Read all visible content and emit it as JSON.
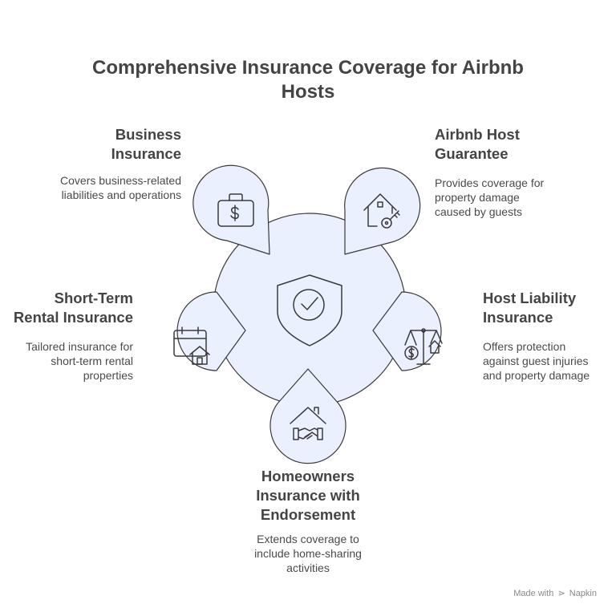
{
  "title": "Comprehensive Insurance Coverage for Airbnb Hosts",
  "center_icon": "shield-check-icon",
  "items": [
    {
      "heading_lines": [
        "Business",
        "Insurance"
      ],
      "description_lines": [
        "Covers business-related",
        "liabilities and operations"
      ],
      "icon": "briefcase-dollar-icon"
    },
    {
      "heading_lines": [
        "Airbnb Host",
        "Guarantee"
      ],
      "description_lines": [
        "Provides coverage for",
        "property damage",
        "caused by guests"
      ],
      "icon": "house-key-icon"
    },
    {
      "heading_lines": [
        "Short-Term",
        "Rental Insurance"
      ],
      "description_lines": [
        "Tailored insurance for",
        "short-term rental",
        "properties"
      ],
      "icon": "calendar-house-icon"
    },
    {
      "heading_lines": [
        "Host Liability",
        "Insurance"
      ],
      "description_lines": [
        "Offers protection",
        "against guest injuries",
        "and property damage"
      ],
      "icon": "scale-dollar-house-icon"
    },
    {
      "heading_lines": [
        "Homeowners",
        "Insurance with",
        "Endorsement"
      ],
      "description_lines": [
        "Extends coverage to",
        "include home-sharing",
        "activities"
      ],
      "icon": "house-handshake-icon"
    }
  ],
  "footer": {
    "prefix": "Made with",
    "brand": "Napkin"
  },
  "colors": {
    "fill": "#eaf0fd",
    "stroke": "#3a3a3a",
    "text": "#444444"
  }
}
